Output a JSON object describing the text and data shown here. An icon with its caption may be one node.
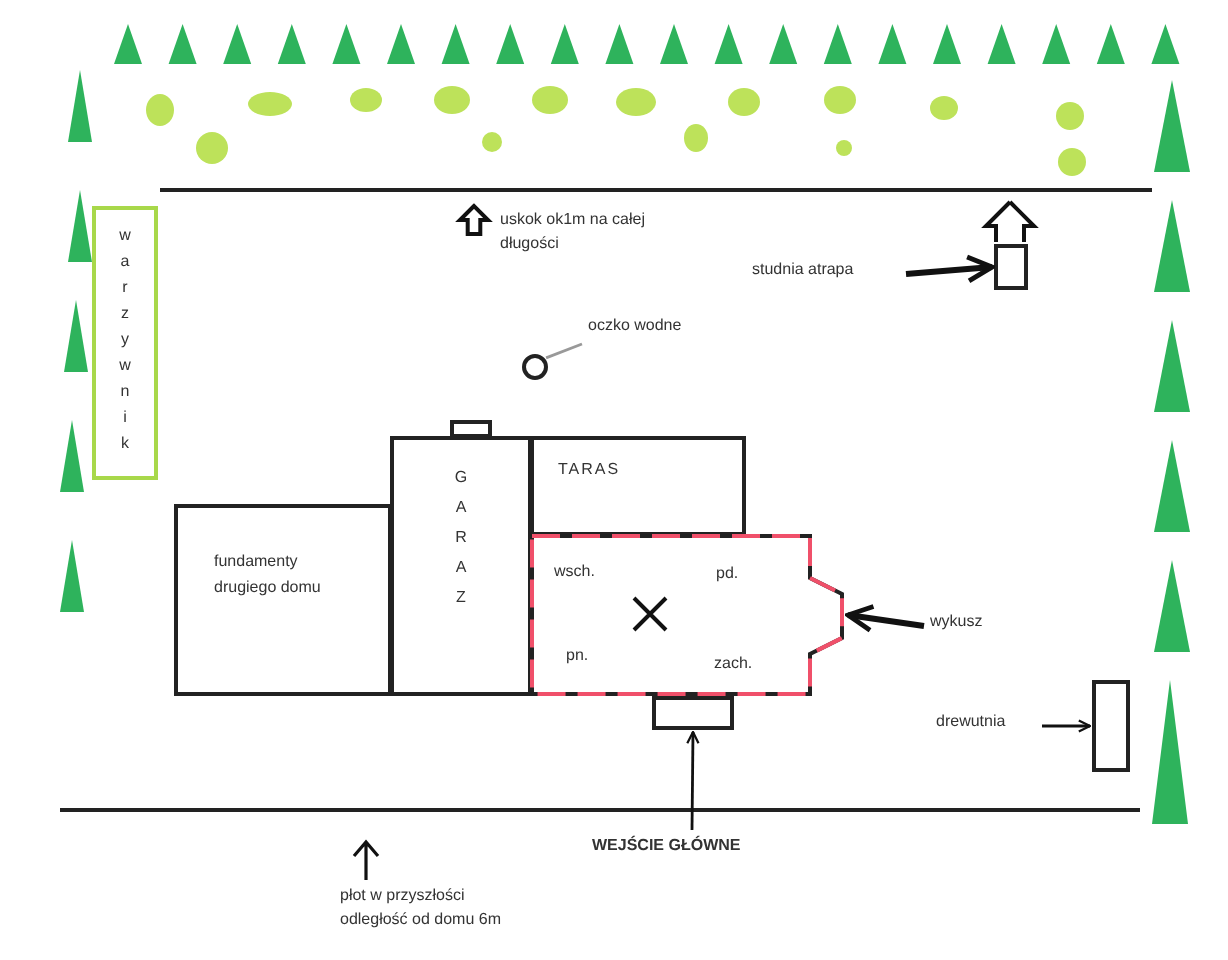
{
  "diagram": {
    "nodes": [
      {
        "text": [
          "warzywnik"
        ]
      },
      {
        "text": [
          "fundamenty drugiego domu"
        ]
      },
      {
        "text": [
          "GARAZ"
        ]
      },
      {
        "text": [
          "TARAS"
        ]
      },
      {
        "text": [
          "wsch.",
          "pd.",
          "pn.",
          "zach."
        ]
      },
      {
        "text": [],
        "shape": "box"
      },
      {
        "text": [],
        "shape": "box"
      },
      {
        "text": [
          "wykusz"
        ]
      },
      {
        "text": [
          "studnia atrapa"
        ]
      },
      {
        "text": [],
        "shape": "box"
      },
      {
        "text": [
          "oczko wodne"
        ]
      },
      {
        "text": [],
        "shape": "circle"
      },
      {
        "text": [
          "drewutnia"
        ]
      },
      {
        "text": [],
        "shape": "box"
      },
      {
        "text": [
          "WEJŚCIE GŁÓWNE"
        ]
      }
    ],
    "edges": [
      {
        "from": 7,
        "to": 4,
        "arrow": "to",
        "style": "thick"
      },
      {
        "from": 8,
        "to": 9,
        "arrow": "to",
        "style": "thick"
      },
      {
        "from": 10,
        "to": 11,
        "arrow": "none",
        "color": "#999999"
      },
      {
        "from": 12,
        "to": 13,
        "arrow": "to"
      },
      {
        "from": 14,
        "to": 6,
        "arrow": "to"
      }
    ],
    "labels": [
      "uskok ok1m na całej długości",
      "płot w przyszłości odległość od domu 6m"
    ]
  }
}
